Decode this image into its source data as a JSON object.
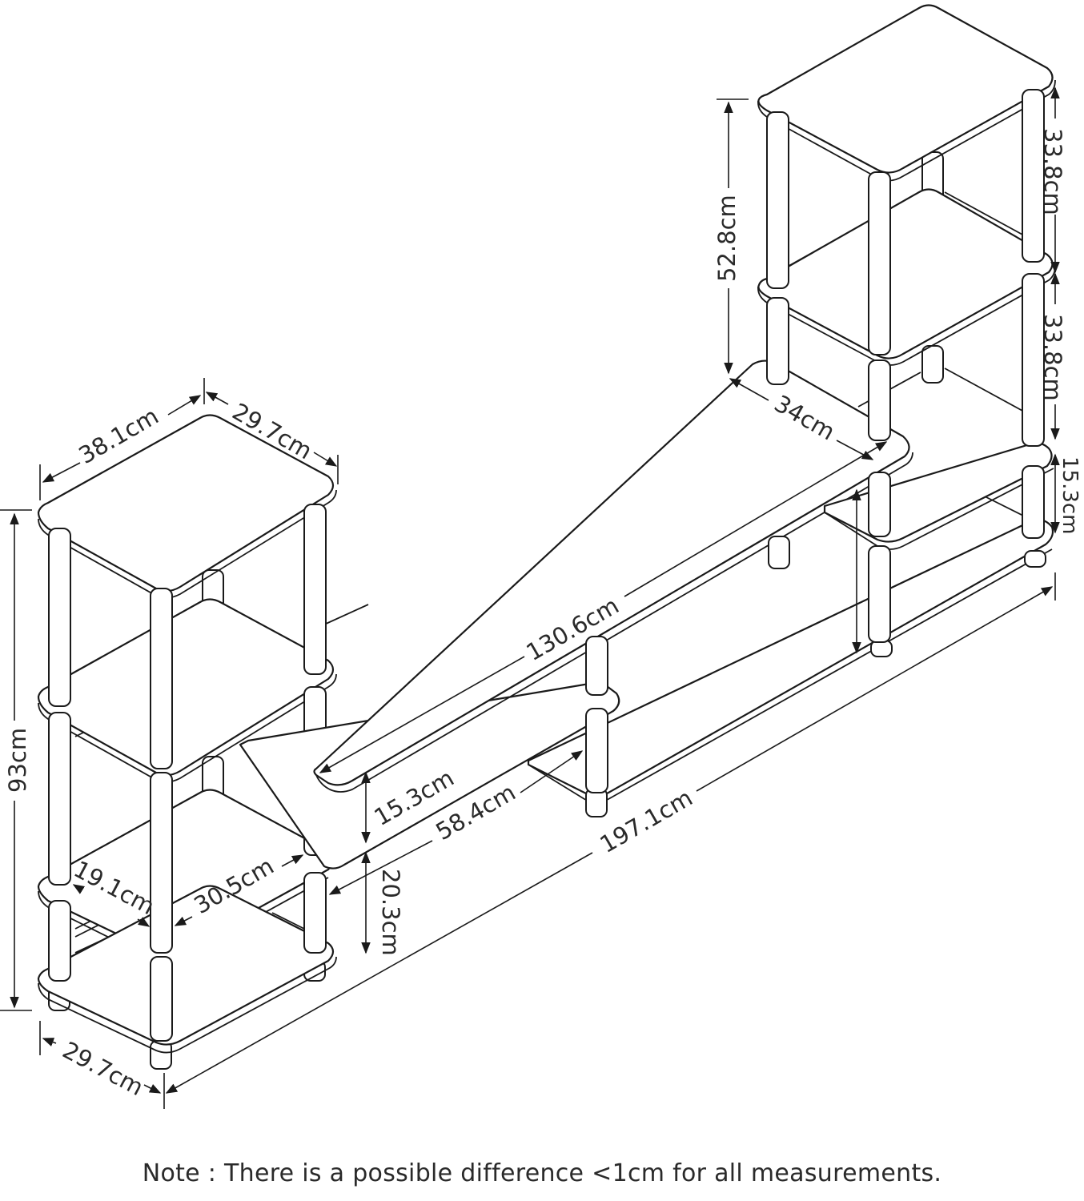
{
  "diagram": {
    "labels": {
      "left_top_depth": "38.1cm",
      "left_top_width": "29.7cm",
      "height_total": "93cm",
      "depth_bottom": "29.7cm",
      "left_shelf_depth": "19.1cm",
      "left_shelf_inner": "30.5cm",
      "center_gap_upper": "15.3cm",
      "center_gap_lower": "20.3cm",
      "lower_shelf_length": "58.4cm",
      "overall_length": "197.1cm",
      "middle_shelf_length": "130.6cm",
      "middle_shelf_depth": "34cm",
      "right_tower_height": "52.8cm",
      "right_upper_gap": "33.8cm",
      "right_middle_gap": "33.8cm",
      "right_lower_gap": "15.3cm"
    }
  },
  "footer": {
    "note": "Note : There is a possible difference <1cm for all measurements."
  }
}
